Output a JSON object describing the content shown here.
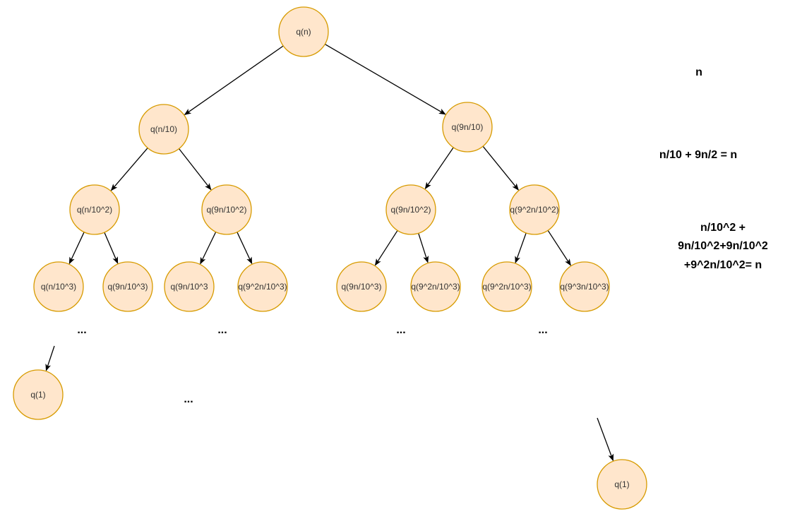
{
  "nodes": [
    {
      "id": "root",
      "label": "q(n)"
    },
    {
      "id": "l1a",
      "label": "q(n/10)"
    },
    {
      "id": "l1b",
      "label": "q(9n/10)"
    },
    {
      "id": "l2a",
      "label": "q(n/10^2)"
    },
    {
      "id": "l2b",
      "label": "q(9n/10^2)"
    },
    {
      "id": "l2c",
      "label": "q(9n/10^2)"
    },
    {
      "id": "l2d",
      "label": "q(9^2n/10^2)"
    },
    {
      "id": "l3a",
      "label": "q(n/10^3)"
    },
    {
      "id": "l3b",
      "label": "q(9n/10^3)"
    },
    {
      "id": "l3c",
      "label": "q(9n/10^3"
    },
    {
      "id": "l3d",
      "label": "q(9^2n/10^3)"
    },
    {
      "id": "l3e",
      "label": "q(9n/10^3)"
    },
    {
      "id": "l3f",
      "label": "q(9^2n/10^3)"
    },
    {
      "id": "l3g",
      "label": "q(9^2n/10^3)"
    },
    {
      "id": "l3h",
      "label": "q(9^3n/10^3)"
    },
    {
      "id": "leafa",
      "label": "q(1)"
    },
    {
      "id": "leafb",
      "label": "q(1)"
    }
  ],
  "edges": [
    [
      "root",
      "l1a"
    ],
    [
      "root",
      "l1b"
    ],
    [
      "l1a",
      "l2a"
    ],
    [
      "l1a",
      "l2b"
    ],
    [
      "l1b",
      "l2c"
    ],
    [
      "l1b",
      "l2d"
    ],
    [
      "l2a",
      "l3a"
    ],
    [
      "l2a",
      "l3b"
    ],
    [
      "l2b",
      "l3c"
    ],
    [
      "l2b",
      "l3d"
    ],
    [
      "l2c",
      "l3e"
    ],
    [
      "l2c",
      "l3f"
    ],
    [
      "l2d",
      "l3g"
    ],
    [
      "l2d",
      "l3h"
    ],
    [
      "dangling-a",
      "leafa"
    ],
    [
      "dangling-b",
      "leafb"
    ]
  ],
  "ellipsis": "...",
  "level_sums": {
    "level0": "n",
    "level1": "n/10 + 9n/2 = n",
    "level2": [
      "n/10^2 +",
      "9n/10^2+9n/10^2",
      "+9^2n/10^2= n"
    ]
  }
}
